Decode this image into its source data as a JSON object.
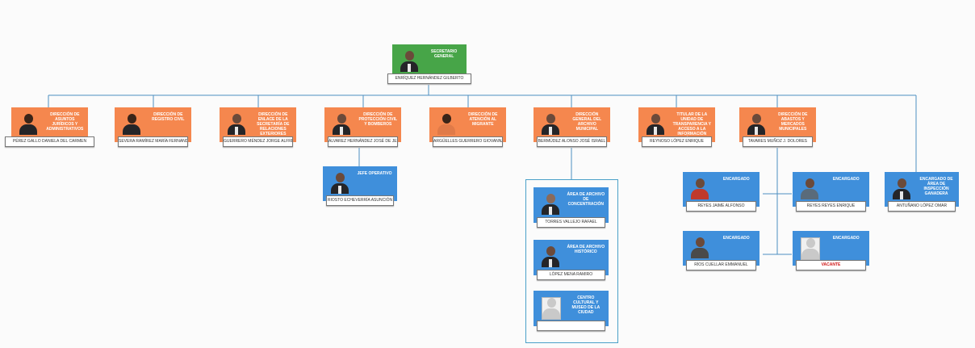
{
  "root": {
    "role": "SECRETARIO GENERAL",
    "name": "ENRÍQUEZ HERNÁNDEZ GILBERTO",
    "color": "#47a548"
  },
  "directorates": [
    {
      "role": "DIRECCIÓN DE ASUNTOS JURÍDICOS Y ADMINISTRATIVOS",
      "name": "PÉREZ GALLO DANIELA DEL CARMEN"
    },
    {
      "role": "DIRECCIÓN DE REGISTRO CIVIL",
      "name": "SEVERA RAMÍREZ MARÍA FERNANDA"
    },
    {
      "role": "DIRECCIÓN DE ENLACE DE LA SECRETARÍA DE RELACIONES EXTERIORES",
      "name": "GUERRERO MÉNDEZ JORGE ALFREDO"
    },
    {
      "role": "DIRECCIÓN DE PROTECCIÓN CIVIL Y BOMBEROS",
      "name": "ÁLVAREZ HERNÁNDEZ JOSÉ DE JESÚS"
    },
    {
      "role": "DIRECCIÓN DE ATENCIÓN AL MIGRANTE",
      "name": "ARGÜELLES GUERRERO GIOVANNA"
    },
    {
      "role": "DIRECCIÓN GENERAL DEL ARCHIVO MUNICIPAL",
      "name": "BERMÚDEZ ALONSO JOSÉ ISRAEL"
    },
    {
      "role": "TITULAR DE LA UNIDAD DE TRANSPARENCIA Y ACCESO A LA INFORMACIÓN PÚBLICA MUNICIPAL",
      "name": "REYNOSO LÓPEZ ENRIQUE"
    },
    {
      "role": "DIRECCIÓN DE ABASTOS Y MERCADOS MUNICIPALES",
      "name": "TAVARES MUÑOZ J. DOLORES"
    }
  ],
  "civil_protection_sub": {
    "role": "JEFE OPERATIVO",
    "name": "RIOSTO ECHEVERRÍA ASUNCIÓN"
  },
  "archive_sub": [
    {
      "role": "ÁREA DE ARCHIVO DE CONCENTRACIÓN",
      "name": "TORRES VALLEJO RAFAEL"
    },
    {
      "role": "ÁREA DE ARCHIVO HISTÓRICO",
      "name": "LÓPEZ MENA RAMIRO"
    },
    {
      "role": "CENTRO CULTURAL Y MUSEO DE LA CIUDAD",
      "name": ""
    }
  ],
  "markets_sub": [
    {
      "role": "ENCARGADO",
      "name": "REYES JAIME ALFONSO"
    },
    {
      "role": "ENCARGADO",
      "name": "REYES REYES ENRIQUE"
    },
    {
      "role": "ENCARGADO",
      "name": "RÍOS CUELLAR EMMANUEL"
    },
    {
      "role": "ENCARGADO",
      "name": "VACANTE"
    }
  ],
  "livestock": {
    "role": "ENCARGADO DE ÁREA DE INSPECCIÓN GANADERA",
    "name": "ANTUÑANO LÓPEZ OMAR"
  },
  "colors": {
    "orange": "#f5874e",
    "blue": "#3f8fdb",
    "green": "#47a548",
    "connector": "#4e8fc0",
    "vacant_text": "#d01818"
  }
}
